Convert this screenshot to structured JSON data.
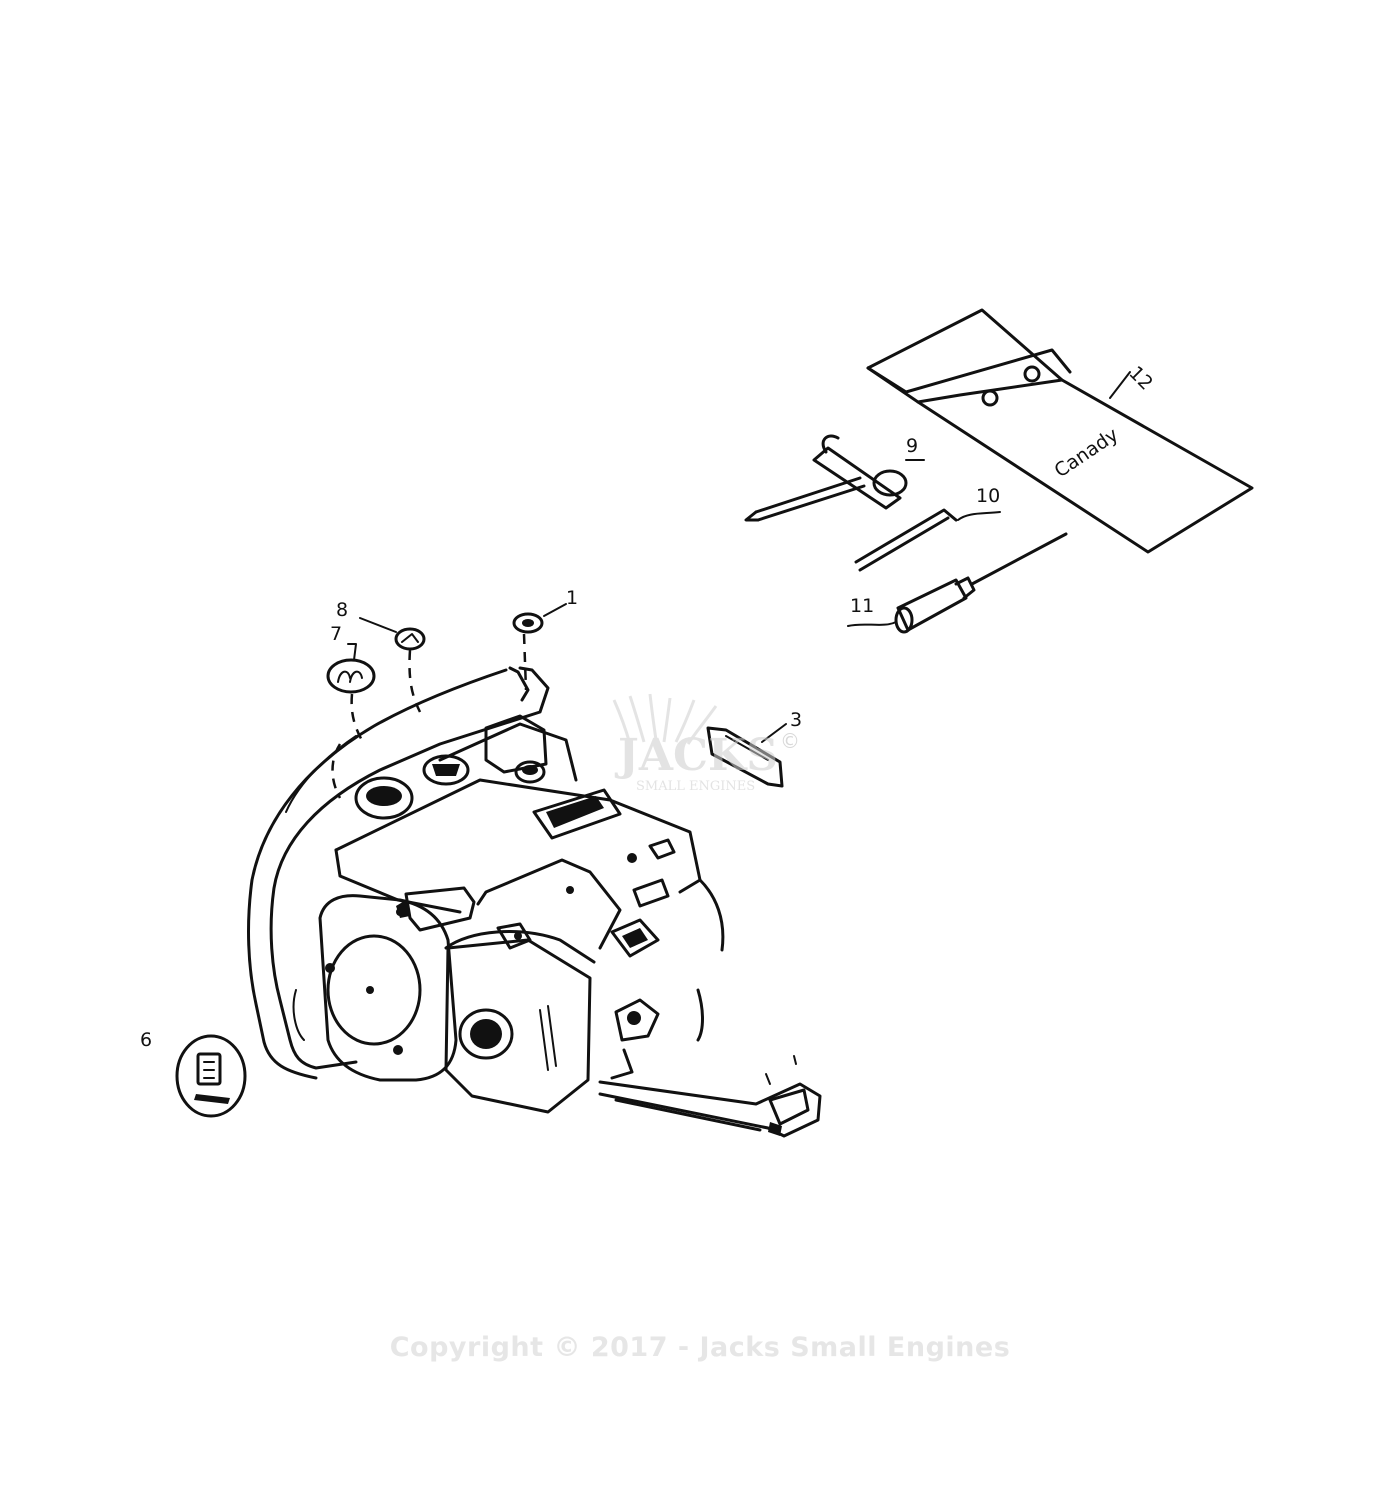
{
  "callouts": {
    "c1": "1",
    "c3": "3",
    "c6": "6",
    "c7": "7",
    "c8": "8",
    "c9": "9",
    "c10": "10",
    "c11": "11",
    "c12": "12"
  },
  "watermark": {
    "logo_main": "JACKS",
    "logo_sub": "SMALL ENGINES",
    "logo_mark": "©",
    "copyright": "Copyright © 2017 - Jacks Small Engines"
  },
  "chain_cover_label": "Canady"
}
